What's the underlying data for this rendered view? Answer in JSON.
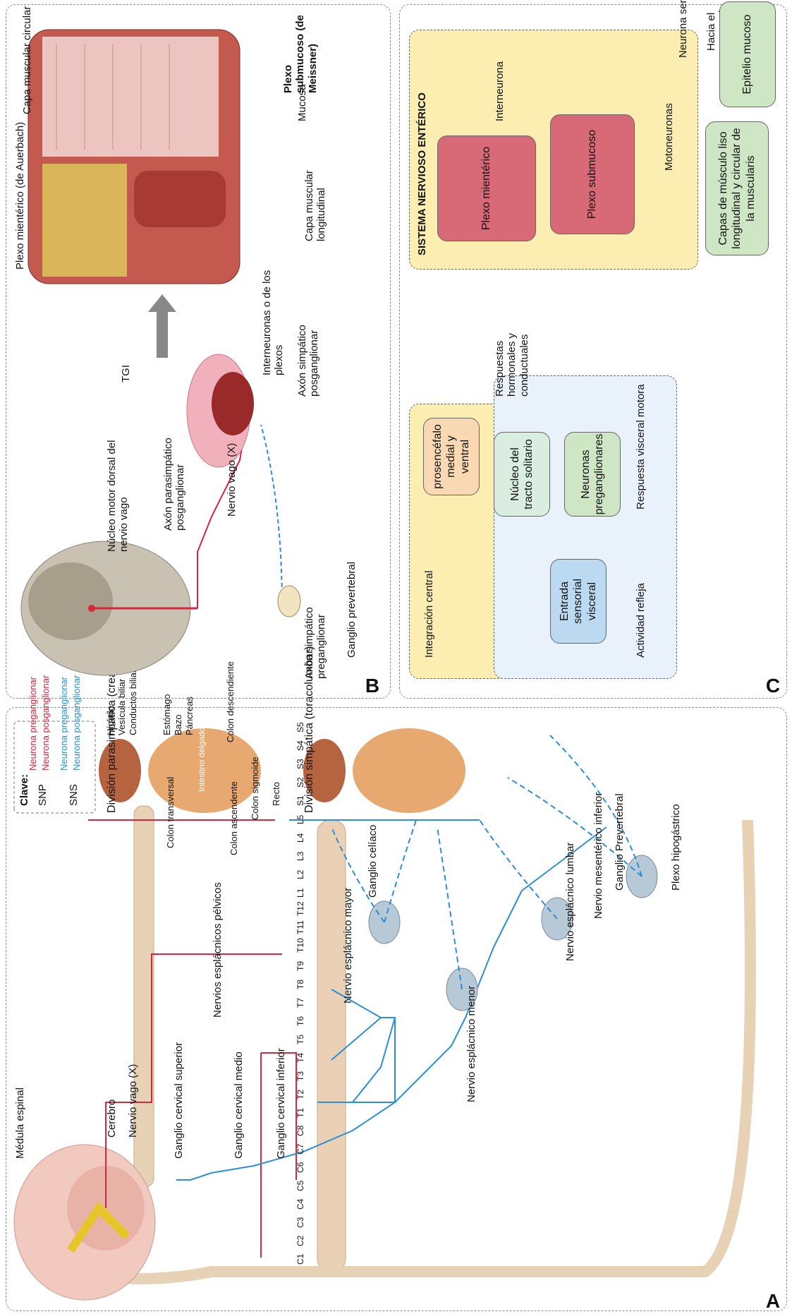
{
  "panels": {
    "a": "A",
    "b": "B",
    "c": "C"
  },
  "panel_a": {
    "key": {
      "title": "Clave:",
      "snp": "SNP",
      "sns": "SNS",
      "snp_pre": "Neurona preganglionar",
      "snp_post": "Neurona posganglionar",
      "sns_pre": "Neurona preganglionar",
      "sns_post": "Neurona posganglionar"
    },
    "division_para": "División parasimpática (creaneosácra)",
    "division_simp": "División simpática (toracolumbar)",
    "labels": {
      "medula": "Médula espinal",
      "cerebro": "Cerebro",
      "vago": "Nervio vago (X)",
      "gcs": "Ganglio cervical superior",
      "gcm": "Ganglio cervical medio",
      "gci": "Ganglio cervical inferior",
      "pelvicos": "Nervios esplácnicos pélvicos",
      "mayor": "Nervio esplácnico mayor",
      "menor": "Nervio esplácnico menor",
      "lumbar": "Nervio esplácnico lumbar",
      "celiaco": "Ganglio celíaco",
      "mesenterico": "Nervio mesentérico inferior",
      "ganglio_pre": "Ganglio Prevertebral",
      "hipogastrico": "Plexo hipogástrico",
      "higado": "Hígado",
      "vesicula": "Vesícula biliar",
      "conductos": "Conductos biliares",
      "estomago": "Estómago",
      "bazo": "Bazo",
      "pancreas": "Páncreas",
      "colon_desc": "Colon descendiente",
      "intestino": "Intestino delgado",
      "colon_trans": "Colon transversal",
      "colon_asc": "Colon ascendente",
      "colon_sig": "Colon sigmoide",
      "recto": "Recto"
    },
    "spinal_levels": [
      "C1",
      "C2",
      "C3",
      "C4",
      "C5",
      "C6",
      "C7",
      "C8",
      "T1",
      "T2",
      "T3",
      "T4",
      "T5",
      "T6",
      "T7",
      "T8",
      "T9",
      "T10",
      "T11",
      "T12",
      "L1",
      "L2",
      "L3",
      "L4",
      "L5",
      "S1",
      "S2",
      "S3",
      "S4",
      "S5"
    ]
  },
  "panel_b": {
    "nucleo": "Núcleo motor dorsal del nervio vago",
    "axon_para": "Axón parasimpático posganglionar",
    "vago": "Nervio vago (X)",
    "tgi": "TGI",
    "interneuronas": "Interneuronas o de los plexos",
    "axon_simp_post": "Axón simpático posganglionar",
    "axon_simp_pre": "Axón simpático preganglionar",
    "ganglio_pre": "Ganglio prevertebral",
    "auerbach": "Plexo mientérico (de Auerbach)",
    "circular": "Capa muscular circular",
    "meissner": "Plexo submucoso (de Meissner)",
    "mucosa": "Mucosa",
    "longitudinal": "Capa muscular longitudinal"
  },
  "panel_c": {
    "integracion": "Integración central",
    "actividad": "Actividad refleja",
    "prosencefalo": "prosencéfalo medial y ventral",
    "tracto": "Núcleo del tracto solitario",
    "entrada": "Entrada sensorial visceral",
    "pregang": "Neuronas preganglionares",
    "respuesta_motora": "Respuesta visceral motora",
    "respuestas_horm": "Respuestas hormonales y conductuales",
    "sne_title": "SISTEMA NERVIOSO ENTÉRICO",
    "plexo_mient": "Plexo mientérico",
    "plexo_sub": "Plexo submucoso",
    "interneurona": "Interneurona",
    "motoneuronas": "Motoneuronas",
    "neurona_sens": "Neurona sensitiva",
    "hacia": "Hacia el SNA y el SNC",
    "epitelio": "Epitelio mucoso",
    "capas": "Capas de músculo liso longitudinal y circular de la muscularis"
  },
  "colors": {
    "snp": "#d7263d",
    "sns": "#2a8fd6",
    "green": "#2e8b57",
    "yellow_bg": "#fbeeb0",
    "pink_box": "#d86a78",
    "green_box": "#cfe6c4",
    "blue_box": "#bcd9f2"
  }
}
